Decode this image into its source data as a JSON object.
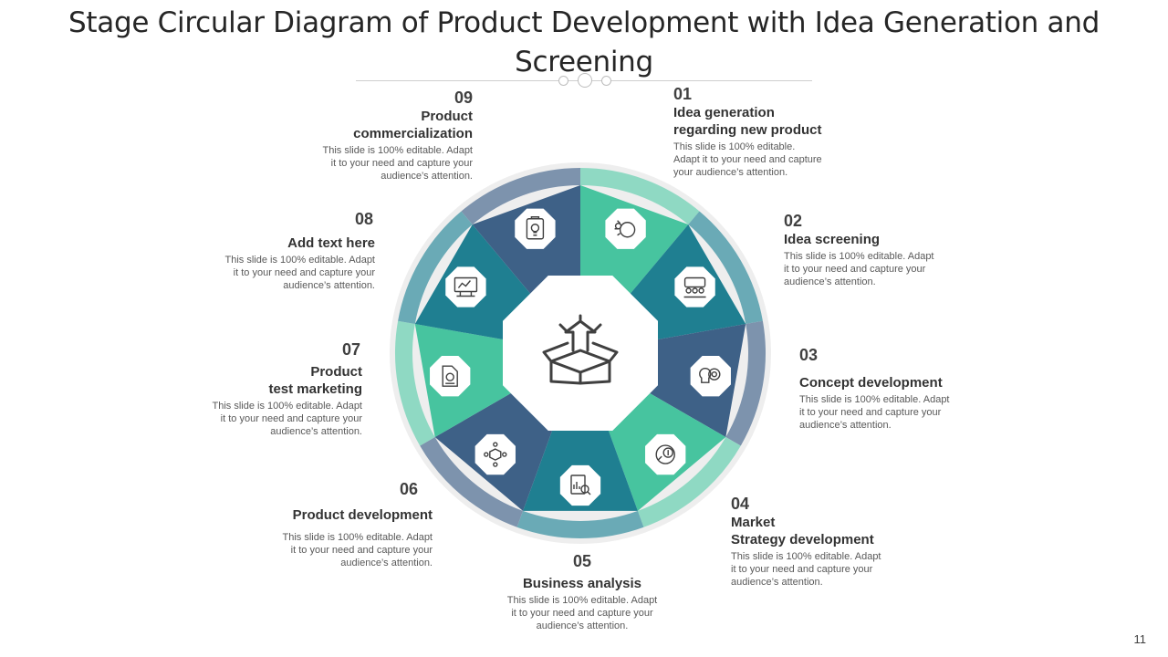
{
  "title": "Stage Circular Diagram of Product Development with Idea Generation and Screening",
  "page_number": "11",
  "colors": {
    "green": "#47c49f",
    "teal": "#1f7f91",
    "navy": "#3e6187",
    "ring_green": "#8fd9c3",
    "ring_teal": "#6aaab6",
    "ring_navy": "#7d93ad",
    "hub": "#ffffff",
    "icon_stroke": "#404040"
  },
  "stages": [
    {
      "num": "01",
      "heading": "Idea generation\nregarding new product",
      "desc": "This slide is 100% editable.\nAdapt it to your need and capture\nyour audience’s attention.",
      "icon": "lightbulb-head-icon",
      "color": "green"
    },
    {
      "num": "02",
      "heading": "Idea screening",
      "desc": "This slide is 100% editable. Adapt\nit to your need and capture your\naudience’s attention.",
      "icon": "team-meeting-icon",
      "color": "teal"
    },
    {
      "num": "03",
      "heading": "Concept development",
      "desc": "This slide is 100% editable. Adapt\nit to your need and capture your\naudience’s attention.",
      "icon": "gear-bulb-icon",
      "color": "navy"
    },
    {
      "num": "04",
      "heading": "Market\nStrategy development",
      "desc": "This slide is 100% editable. Adapt\nit to your need and capture your\naudience’s attention.",
      "icon": "dollar-cycle-icon",
      "color": "green"
    },
    {
      "num": "05",
      "heading": "Business analysis",
      "desc": "This slide is 100% editable. Adapt\nit to your need and capture your\naudience’s attention.",
      "icon": "report-magnifier-icon",
      "color": "teal"
    },
    {
      "num": "06",
      "heading": "Product development",
      "desc": "This slide is 100% editable. Adapt\nit to your need and capture your\naudience’s attention.",
      "icon": "network-cube-icon",
      "color": "navy"
    },
    {
      "num": "07",
      "heading": "Product\ntest marketing",
      "desc": "This slide is 100% editable. Adapt\nit to your need and capture your\naudience’s attention.",
      "icon": "document-gear-icon",
      "color": "green"
    },
    {
      "num": "08",
      "heading": "Add text here",
      "desc": "This slide is 100% editable. Adapt\nit to your need and capture your\naudience’s attention.",
      "icon": "presentation-board-icon",
      "color": "teal"
    },
    {
      "num": "09",
      "heading": "Product\ncommercialization",
      "desc": "This slide is 100% editable. Adapt\nit to your need and capture your\naudience’s attention.",
      "icon": "bulb-clipboard-icon",
      "color": "navy"
    }
  ],
  "center_icon": "open-box-arrow-icon"
}
